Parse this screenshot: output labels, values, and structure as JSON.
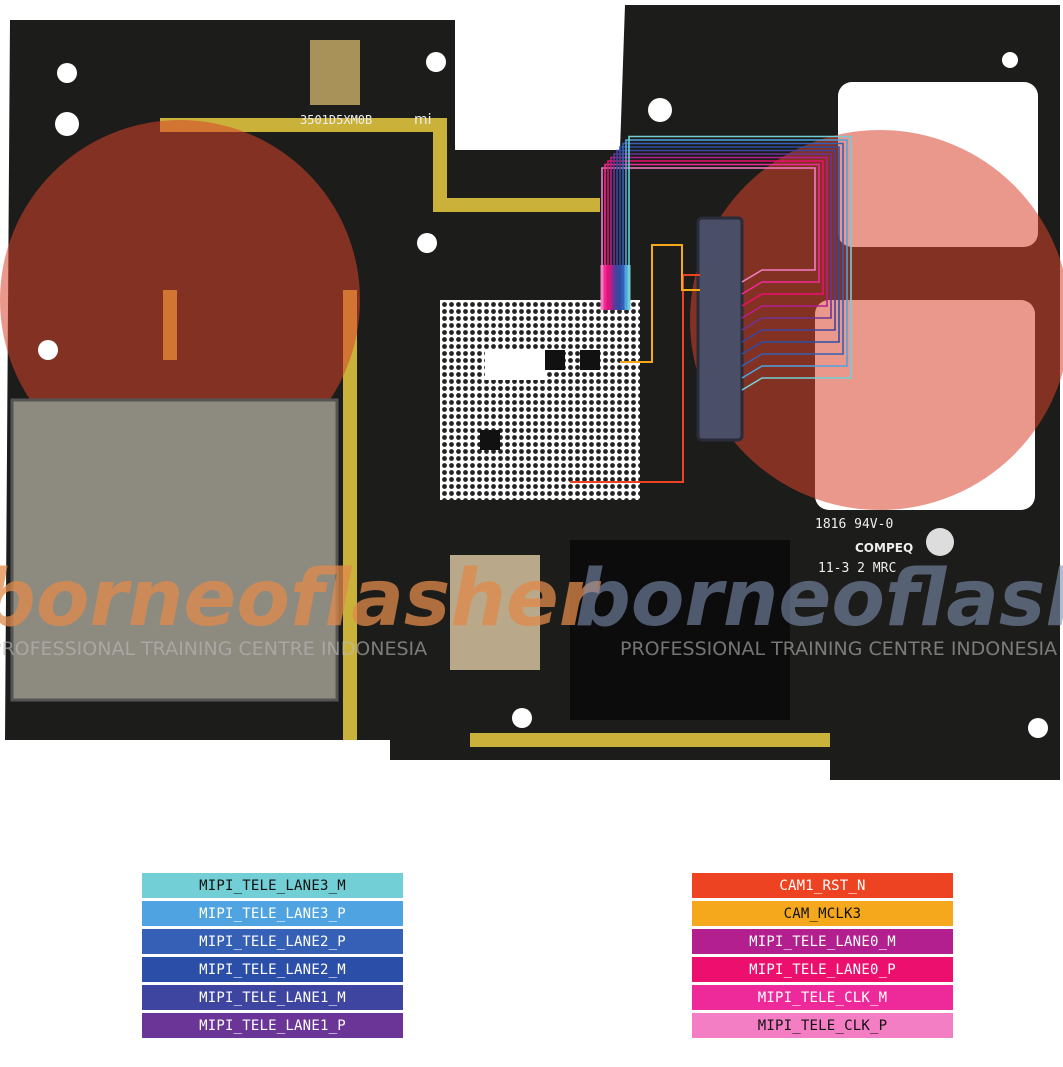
{
  "board": {
    "chip_marking": "3501D5XM0B",
    "logo": "mi",
    "pcb_marking_1": "1816 94V-0",
    "pcb_marking_2": "COMPEQ",
    "pcb_marking_3": "11-3 2 MRC"
  },
  "watermark": {
    "brand": "borneoflasher",
    "tagline": "PROFESSIONAL TRAINING CENTRE INDONESIA"
  },
  "legend": {
    "left": [
      {
        "label": "MIPI_TELE_LANE3_M",
        "color": "#72cfd6",
        "dark_text": true
      },
      {
        "label": "MIPI_TELE_LANE3_P",
        "color": "#4fa3e0",
        "dark_text": false
      },
      {
        "label": "MIPI_TELE_LANE2_P",
        "color": "#3560b5",
        "dark_text": false
      },
      {
        "label": "MIPI_TELE_LANE2_M",
        "color": "#2b4fa8",
        "dark_text": false
      },
      {
        "label": "MIPI_TELE_LANE1_M",
        "color": "#3d45a0",
        "dark_text": false
      },
      {
        "label": "MIPI_TELE_LANE1_P",
        "color": "#6a3596",
        "dark_text": false
      }
    ],
    "right": [
      {
        "label": "CAM1_RST_N",
        "color": "#ee4322",
        "dark_text": false
      },
      {
        "label": "CAM_MCLK3",
        "color": "#f5a81c",
        "dark_text": true
      },
      {
        "label": "MIPI_TELE_LANE0_M",
        "color": "#b31f8f",
        "dark_text": false
      },
      {
        "label": "MIPI_TELE_LANE0_P",
        "color": "#ec0f6d",
        "dark_text": false
      },
      {
        "label": "MIPI_TELE_CLK_M",
        "color": "#ee2a9a",
        "dark_text": false
      },
      {
        "label": "MIPI_TELE_CLK_P",
        "color": "#f47ec3",
        "dark_text": true
      }
    ]
  }
}
